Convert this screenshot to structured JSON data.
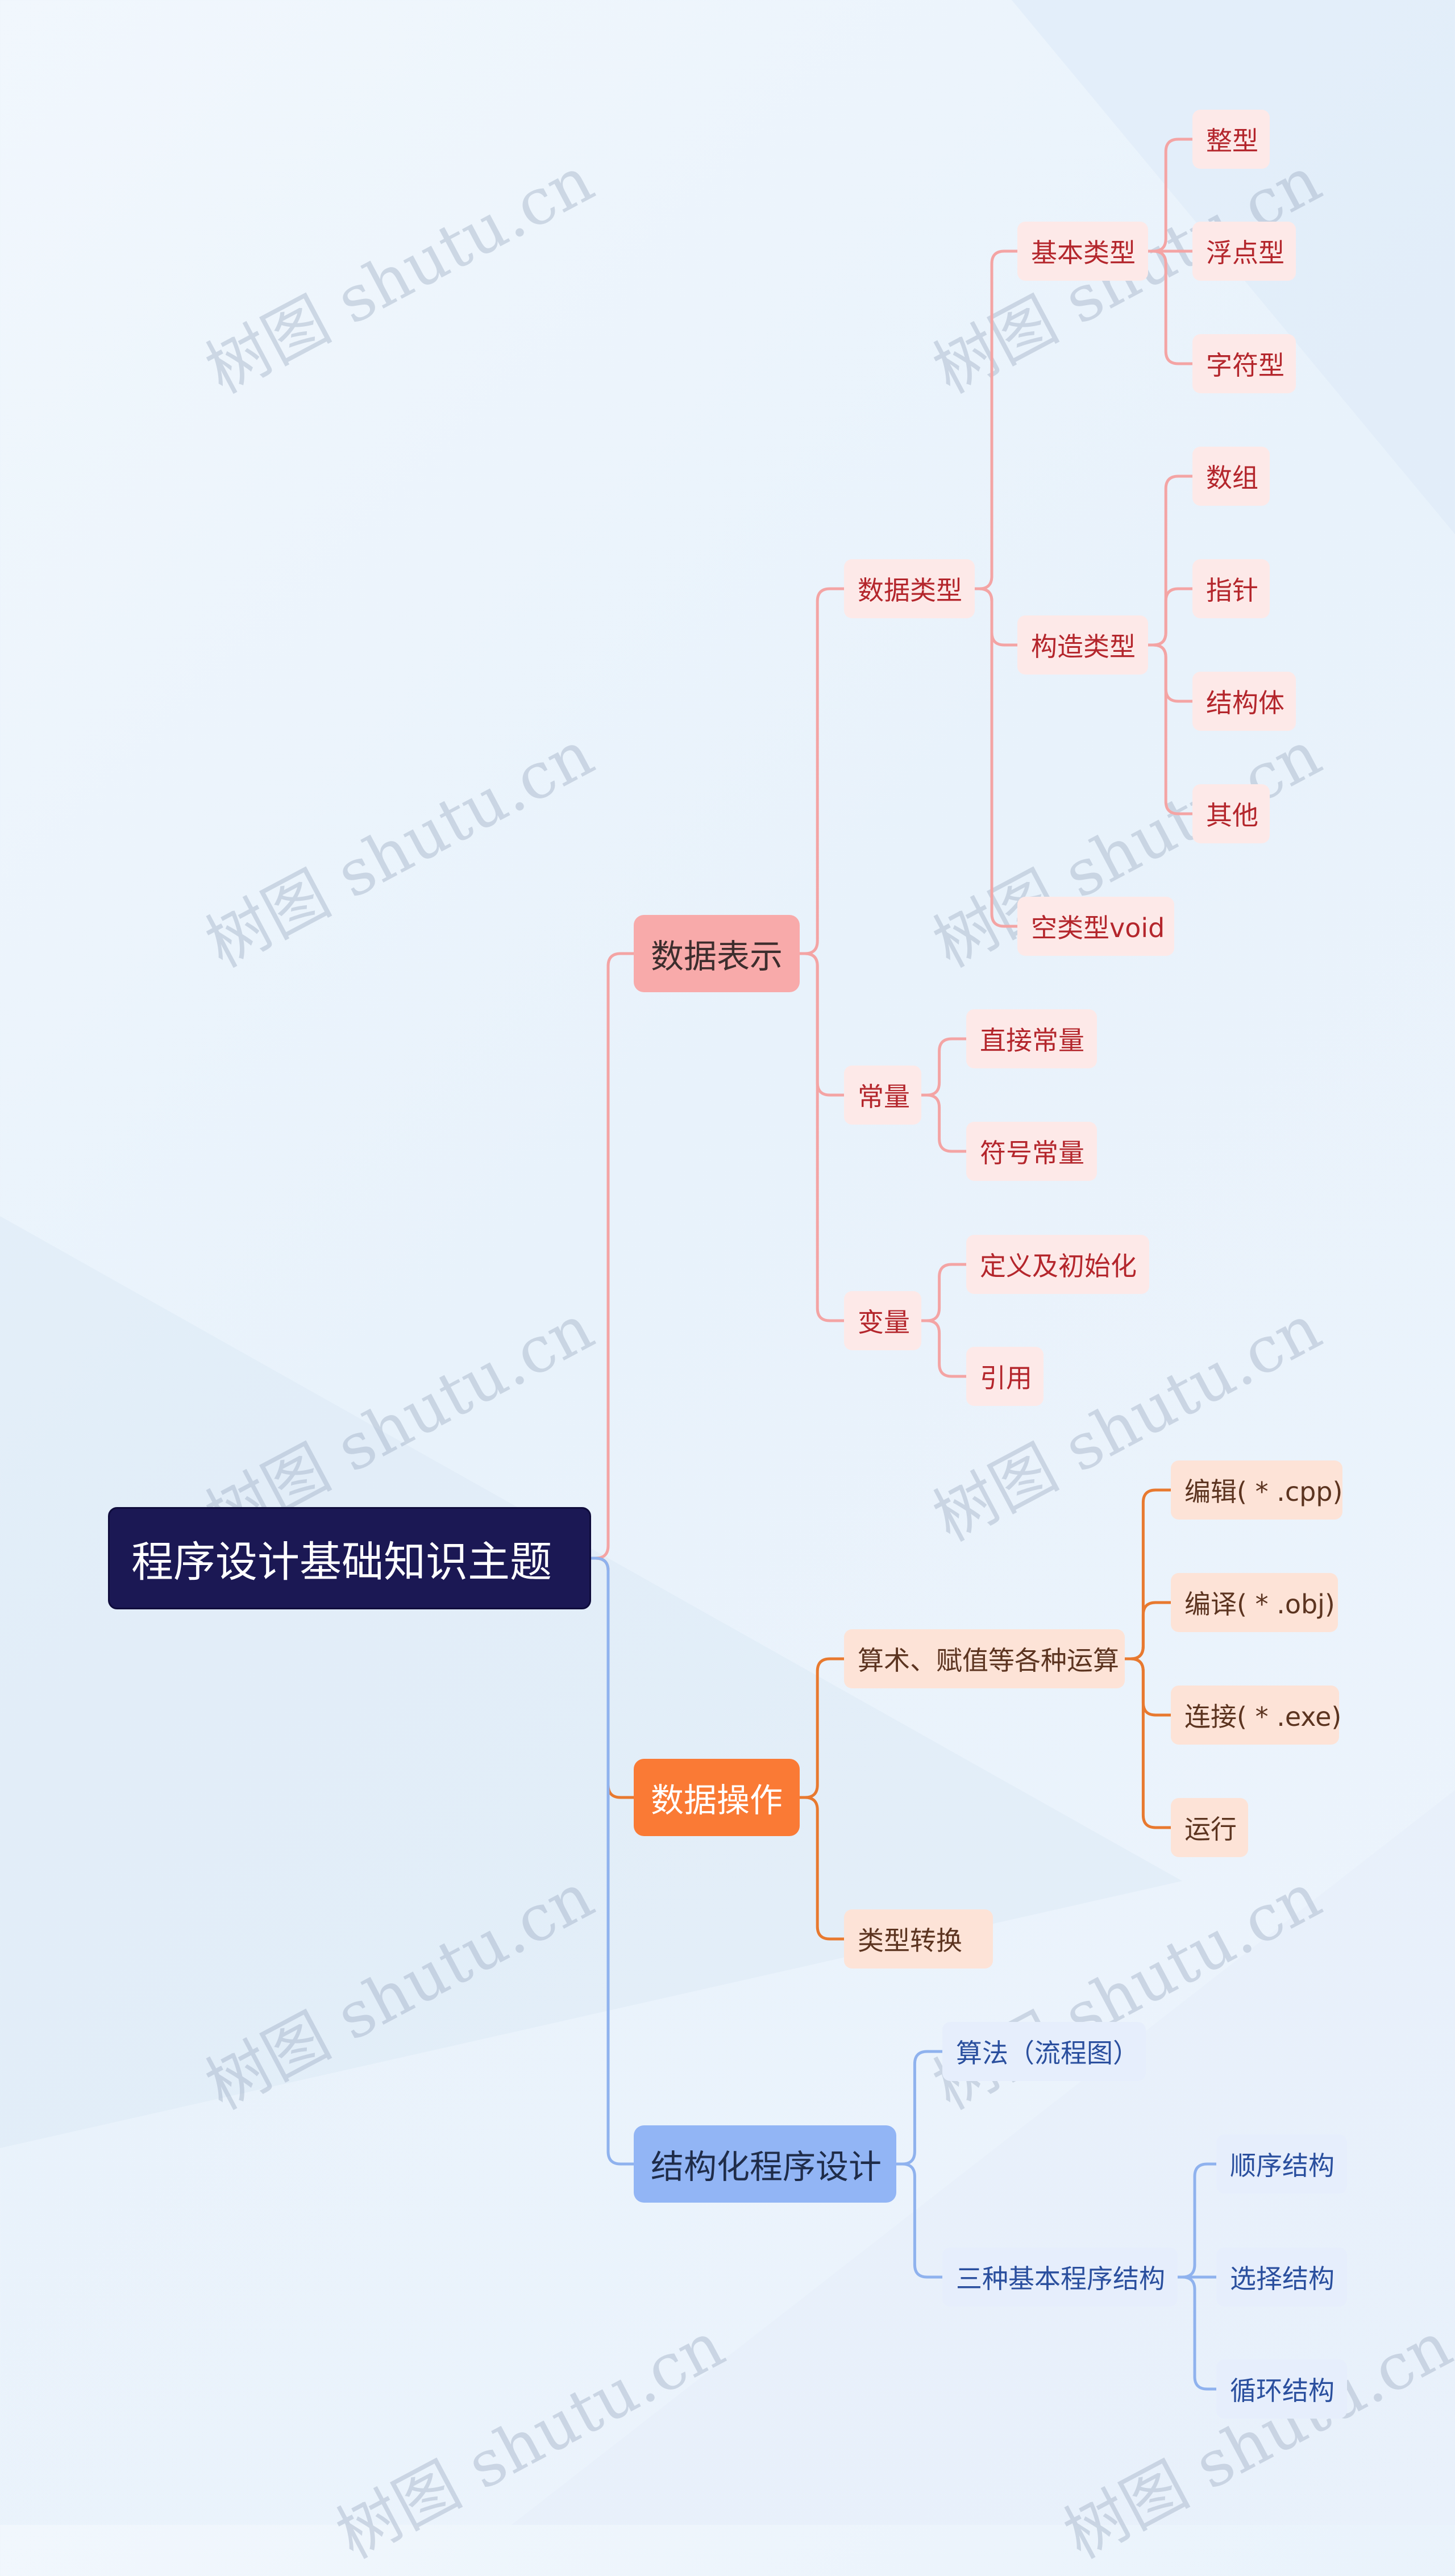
{
  "colors": {
    "red": "#f4a4a4",
    "orange": "#e8792f",
    "blue": "#8fb2ee",
    "root_bg": "#1b1854"
  },
  "watermark": "树图 shutu.cn",
  "root": "程序设计基础知识主题",
  "branches": [
    {
      "label": "数据表示",
      "color": "red",
      "children": [
        {
          "label": "数据类型",
          "children": [
            {
              "label": "基本类型",
              "children": [
                {
                  "label": "整型"
                },
                {
                  "label": "浮点型"
                },
                {
                  "label": "字符型"
                }
              ]
            },
            {
              "label": "构造类型",
              "children": [
                {
                  "label": "数组"
                },
                {
                  "label": "指针"
                },
                {
                  "label": "结构体"
                },
                {
                  "label": "其他"
                }
              ]
            },
            {
              "label": "空类型void"
            }
          ]
        },
        {
          "label": "常量",
          "children": [
            {
              "label": "直接常量"
            },
            {
              "label": "符号常量"
            }
          ]
        },
        {
          "label": "变量",
          "children": [
            {
              "label": "定义及初始化"
            },
            {
              "label": "引用"
            }
          ]
        }
      ]
    },
    {
      "label": "数据操作",
      "color": "orange",
      "children": [
        {
          "label": "算术、赋值等各种运算",
          "children": [
            {
              "label": "编辑( * .cpp)"
            },
            {
              "label": "编译( * .obj)"
            },
            {
              "label": "连接( * .exe)"
            },
            {
              "label": "运行"
            }
          ]
        },
        {
          "label": "类型转换"
        }
      ]
    },
    {
      "label": "结构化程序设计",
      "color": "blue",
      "children": [
        {
          "label": "算法（流程图）"
        },
        {
          "label": "三种基本程序结构",
          "children": [
            {
              "label": "顺序结构"
            },
            {
              "label": "选择结构"
            },
            {
              "label": "循环结构"
            }
          ]
        }
      ]
    }
  ]
}
